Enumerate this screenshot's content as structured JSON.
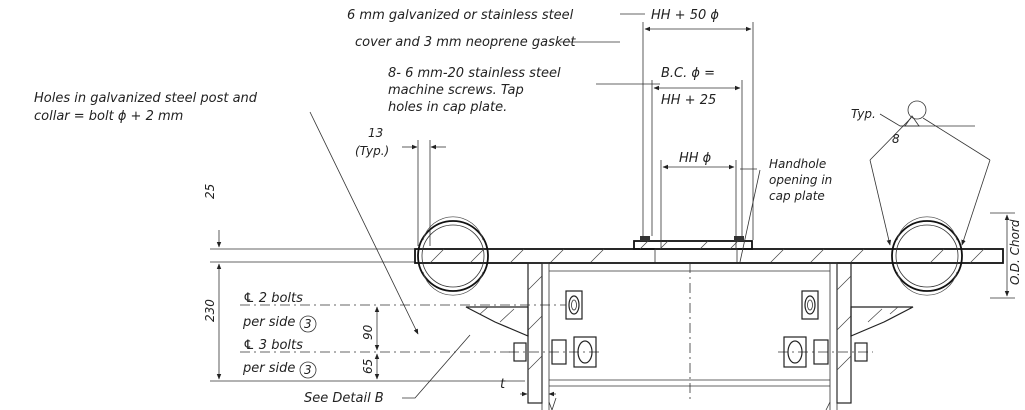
{
  "callouts": {
    "cover_line1": "6 mm galvanized or stainless steel",
    "cover_line2": "cover and 3 mm neoprene gasket",
    "hh_plus_50": "HH + 50 ϕ",
    "screws_line1": "8- 6 mm-20 stainless steel",
    "screws_line2": "machine screws.  Tap",
    "screws_line3": "holes in cap plate.",
    "bc_line1": "B.C. ϕ =",
    "bc_line2": "HH + 25",
    "holes_line1": "Holes in galvanized steel post and",
    "holes_line2": "collar = bolt ϕ +  2 mm",
    "dim_13": "13",
    "typ_paren": "(Typ.)",
    "hh_phi": "HH ϕ",
    "handhole_line1": "Handhole",
    "handhole_line2": "opening in",
    "handhole_line3": "cap plate",
    "weld_typ": "Typ.",
    "weld_size": "8",
    "od_chord": "O.D. Chord",
    "dim_25": "25",
    "dim_230": "230",
    "dim_90": "90",
    "dim_65": "65",
    "bolts2_line1": "℄ 2 bolts",
    "bolts2_line2": "per side",
    "bolts3_line1": "℄ 3 bolts",
    "bolts3_line2": "per side",
    "note_ref": "3",
    "see_detail": "See Detail B",
    "dim_t": "t"
  }
}
